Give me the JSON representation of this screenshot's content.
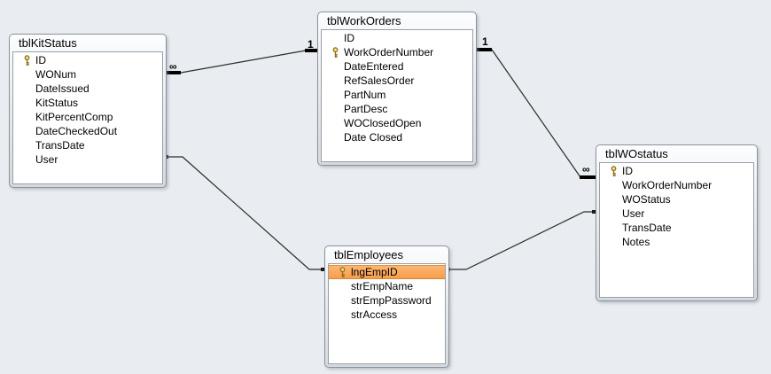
{
  "app": {
    "view_name": "relationships-diagram"
  },
  "colors": {
    "canvas_background": "#e9edf1",
    "table_header_top": "#fcfdfe",
    "table_header_bottom": "#d5dade",
    "table_border": "#8b929b",
    "selected_row": "#f89d4b",
    "relationship_line": "#2b2b2b",
    "key_icon_gold": "#c9a227"
  },
  "tables": [
    {
      "name": "tblKitStatus",
      "primary_key": "ID",
      "fields": [
        "ID",
        "WONum",
        "DateIssued",
        "KitStatus",
        "KitPercentComp",
        "DateCheckedOut",
        "TransDate",
        "User"
      ]
    },
    {
      "name": "tblWorkOrders",
      "primary_key": "WorkOrderNumber",
      "fields": [
        "ID",
        "WorkOrderNumber",
        "DateEntered",
        "RefSalesOrder",
        "PartNum",
        "PartDesc",
        "WOClosedOpen",
        "Date Closed"
      ]
    },
    {
      "name": "tblWOstatus",
      "primary_key": "ID",
      "fields": [
        "ID",
        "WorkOrderNumber",
        "WOStatus",
        "User",
        "TransDate",
        "Notes"
      ]
    },
    {
      "name": "tblEmployees",
      "primary_key": "lngEmpID",
      "selected_field": "lngEmpID",
      "fields": [
        "lngEmpID",
        "strEmpName",
        "strEmpPassword",
        "strAccess"
      ]
    }
  ],
  "relationships": [
    {
      "from_table": "tblKitStatus",
      "from_field": "WONum",
      "from_label": "∞",
      "to_table": "tblWorkOrders",
      "to_field": "WorkOrderNumber",
      "to_label": "1"
    },
    {
      "from_table": "tblWorkOrders",
      "from_field": "WorkOrderNumber",
      "from_label": "1",
      "to_table": "tblWOstatus",
      "to_field": "WorkOrderNumber",
      "to_label": "∞"
    },
    {
      "from_table": "tblKitStatus",
      "from_field": "User",
      "to_table": "tblEmployees",
      "to_field": "lngEmpID"
    },
    {
      "from_table": "tblEmployees",
      "from_field": "lngEmpID",
      "to_table": "tblWOstatus",
      "to_field": "User"
    }
  ]
}
